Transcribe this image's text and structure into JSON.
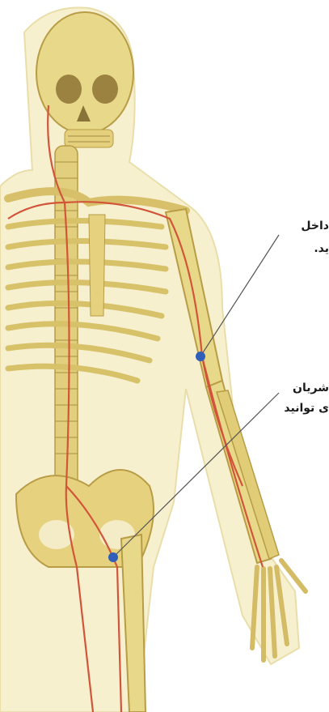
{
  "labels": {
    "upper": {
      "line1": "داخل",
      "line2": "ید."
    },
    "lower": {
      "line1": "شریان",
      "line2": "ی توانید"
    }
  },
  "colors": {
    "bone": "#e8d98a",
    "bone_shadow": "#c9b25a",
    "body_outline": "#f3ecc4",
    "artery": "#d2553a",
    "pulse_point": "#2f5fb8",
    "leader_line": "#555555"
  },
  "icons": {
    "pulse_point_arm": "blue-dot-icon",
    "pulse_point_groin": "blue-dot-icon"
  }
}
